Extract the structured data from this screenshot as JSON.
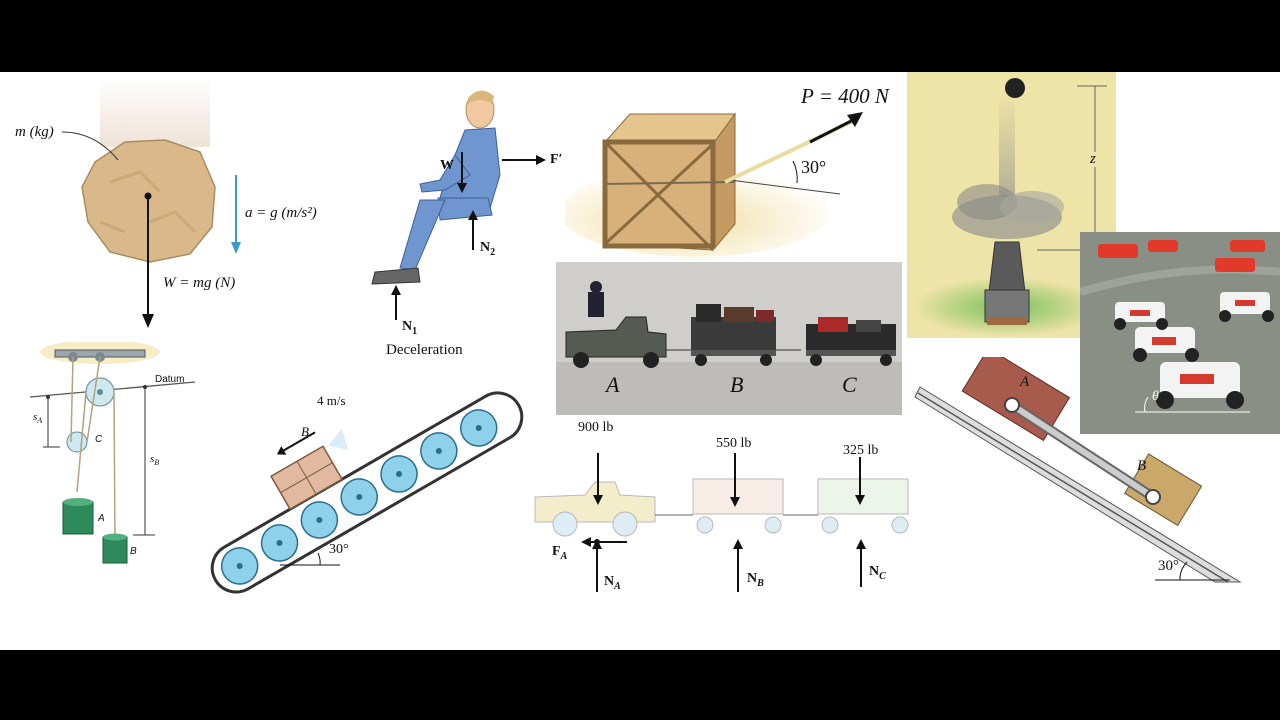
{
  "falling_rock": {
    "mass_label": "m (kg)",
    "accel_label": "a = g (m/s²)",
    "weight_label": "W = mg (N)"
  },
  "seated_person": {
    "weight": "W",
    "friction": "F′",
    "n1": "N",
    "n1_sub": "1",
    "n2": "N",
    "n2_sub": "2",
    "caption": "Deceleration"
  },
  "crate": {
    "force_label": "P = 400 N",
    "angle_label": "30°"
  },
  "cannon": {
    "height_label": "z"
  },
  "pulley_system": {
    "datum_label": "Datum",
    "sa_label": "s",
    "sa_sub": "A",
    "sb_label": "s",
    "sb_sub": "B",
    "pulley_c": "C",
    "block_a": "A",
    "block_b": "B"
  },
  "conveyor": {
    "speed_label": "4 m/s",
    "box_label": "B",
    "angle_label": "30°"
  },
  "baggage_train_photo": {
    "car_labels": [
      "A",
      "B",
      "C"
    ]
  },
  "baggage_train_fbd": {
    "weights": [
      "900 lb",
      "550 lb",
      "325 lb"
    ],
    "friction": "F",
    "friction_sub": "A",
    "normals": [
      {
        "label": "N",
        "sub": "A"
      },
      {
        "label": "N",
        "sub": "B"
      },
      {
        "label": "N",
        "sub": "C"
      }
    ]
  },
  "race_cars": {
    "angle_label": "θ"
  },
  "incline_blocks": {
    "block_a": "A",
    "block_b": "B",
    "angle_label": "30°"
  },
  "colors": {
    "background": "#ffffff",
    "letterbox": "#000000",
    "rock": "#d9b98a",
    "accel_arrow": "#3a9ac4",
    "suit": "#6f96cf",
    "crate": "#d8b07a",
    "block_a": "#a85a4c",
    "block_b": "#c9a86a",
    "cannon_bg": "#efe4a8",
    "wheel": "#8fd0ea",
    "weight_block": "#2e8a5a"
  }
}
